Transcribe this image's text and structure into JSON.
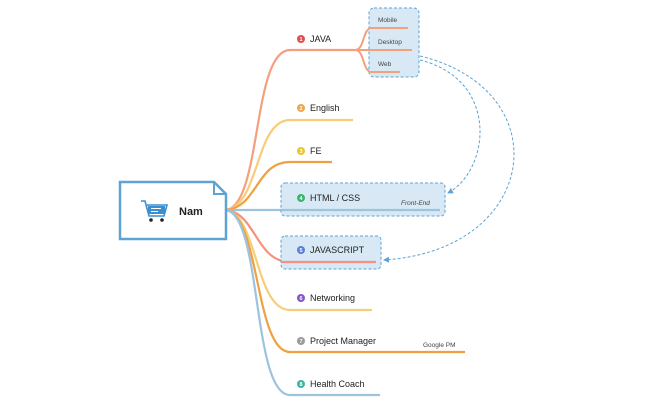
{
  "root": {
    "title": "Nam",
    "icon": "shopping-cart-icon"
  },
  "branches": [
    {
      "num": "1",
      "label": "JAVA",
      "badge_color": "#e04f4f",
      "line_color": "#f4a07d",
      "children": [
        "Mobile",
        "Desktop",
        "Web"
      ]
    },
    {
      "num": "2",
      "label": "English",
      "badge_color": "#f0a64a",
      "line_color": "#f7cd7a"
    },
    {
      "num": "3",
      "label": "FE",
      "badge_color": "#e8c52f",
      "line_color": "#efa141"
    },
    {
      "num": "4",
      "label": "HTML / CSS",
      "badge_color": "#3bb56b",
      "line_color": "#9cc4df",
      "note": "Front-End"
    },
    {
      "num": "5",
      "label": "JAVASCRIPT",
      "badge_color": "#5b7fd8",
      "line_color": "#f6917d"
    },
    {
      "num": "6",
      "label": "Networking",
      "badge_color": "#8656c6",
      "line_color": "#f7cd7a"
    },
    {
      "num": "7",
      "label": "Project Manager",
      "badge_color": "#9a9a9a",
      "line_color": "#efa141",
      "note": "Google PM"
    },
    {
      "num": "8",
      "label": "Health Coach",
      "badge_color": "#3bb59e",
      "line_color": "#9cc4df"
    }
  ],
  "colors": {
    "box_fill": "#d8e9f5",
    "box_border": "#5ea3d3",
    "root_border": "#5ea3d3",
    "arrow": "#5ea3d3"
  }
}
